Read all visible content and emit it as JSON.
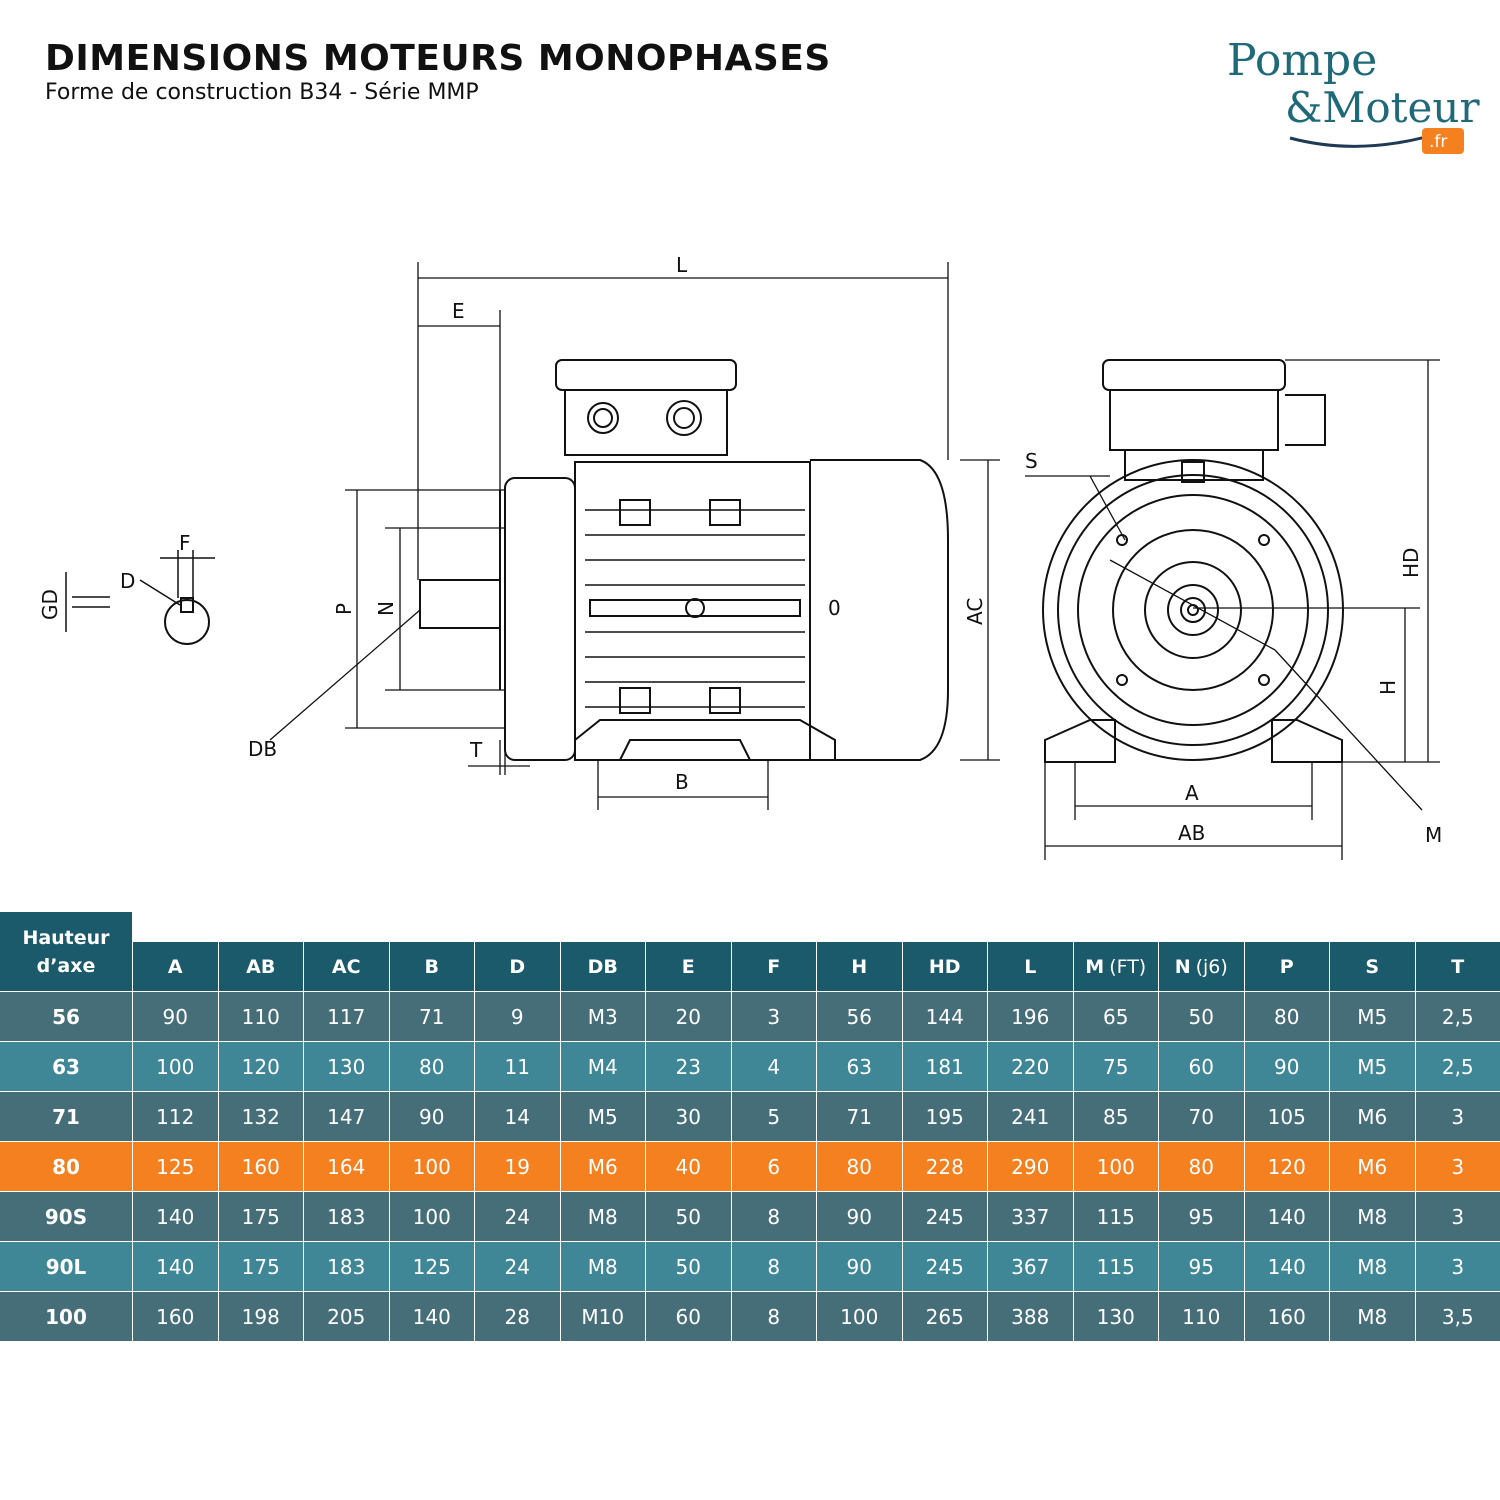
{
  "header": {
    "title": "DIMENSIONS MOTEURS MONOPHASES",
    "subtitle": "Forme de construction B34 - Série MMP"
  },
  "logo": {
    "line1": "Pompe",
    "line2": "&Moteur",
    "badge": ".fr"
  },
  "drawing_labels": {
    "L": "L",
    "E": "E",
    "AC": "AC",
    "P": "P",
    "N": "N",
    "DB": "DB",
    "T": "T",
    "B": "B",
    "F": "F",
    "D": "D",
    "GD": "GD",
    "S": "S",
    "HD": "HD",
    "H": "H",
    "A": "A",
    "AB": "AB",
    "M": "M",
    "O": "0"
  },
  "table": {
    "first_header": [
      "Hauteur",
      "d’axe"
    ],
    "columns": [
      {
        "label": "A"
      },
      {
        "label": "AB"
      },
      {
        "label": "AC"
      },
      {
        "label": "B"
      },
      {
        "label": "D"
      },
      {
        "label": "DB"
      },
      {
        "label": "E"
      },
      {
        "label": "F"
      },
      {
        "label": "H"
      },
      {
        "label": "HD"
      },
      {
        "label": "L"
      },
      {
        "label": "M",
        "suffix": "(FT)"
      },
      {
        "label": "N",
        "suffix": "(j6)"
      },
      {
        "label": "P"
      },
      {
        "label": "S"
      },
      {
        "label": "T"
      }
    ],
    "rows": [
      {
        "height": "56",
        "values": [
          "90",
          "110",
          "117",
          "71",
          "9",
          "M3",
          "20",
          "3",
          "56",
          "144",
          "196",
          "65",
          "50",
          "80",
          "M5",
          "2,5"
        ]
      },
      {
        "height": "63",
        "values": [
          "100",
          "120",
          "130",
          "80",
          "11",
          "M4",
          "23",
          "4",
          "63",
          "181",
          "220",
          "75",
          "60",
          "90",
          "M5",
          "2,5"
        ]
      },
      {
        "height": "71",
        "values": [
          "112",
          "132",
          "147",
          "90",
          "14",
          "M5",
          "30",
          "5",
          "71",
          "195",
          "241",
          "85",
          "70",
          "105",
          "M6",
          "3"
        ]
      },
      {
        "height": "80",
        "values": [
          "125",
          "160",
          "164",
          "100",
          "19",
          "M6",
          "40",
          "6",
          "80",
          "228",
          "290",
          "100",
          "80",
          "120",
          "M6",
          "3"
        ]
      },
      {
        "height": "90S",
        "values": [
          "140",
          "175",
          "183",
          "100",
          "24",
          "M8",
          "50",
          "8",
          "90",
          "245",
          "337",
          "115",
          "95",
          "140",
          "M8",
          "3"
        ]
      },
      {
        "height": "90L",
        "values": [
          "140",
          "175",
          "183",
          "125",
          "24",
          "M8",
          "50",
          "8",
          "90",
          "245",
          "367",
          "115",
          "95",
          "140",
          "M8",
          "3"
        ]
      },
      {
        "height": "100",
        "values": [
          "160",
          "198",
          "205",
          "140",
          "28",
          "M10",
          "60",
          "8",
          "100",
          "265",
          "388",
          "130",
          "110",
          "160",
          "M8",
          "3,5"
        ]
      }
    ],
    "highlight_row_height": "80",
    "colors": {
      "header": "#1b5a6b",
      "row_dark": "#466e78",
      "row_light": "#3f8796",
      "highlight": "#f4801f"
    }
  }
}
